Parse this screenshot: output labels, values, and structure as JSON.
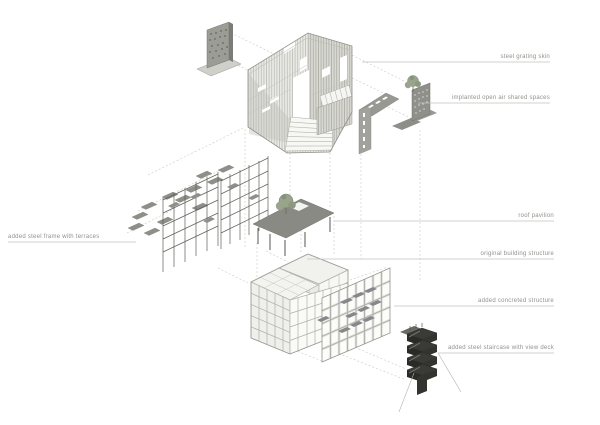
{
  "page": {
    "background": "#ffffff",
    "type": "exploded axonometric architecture diagram"
  },
  "labels": {
    "left": [
      {
        "id": "added-steel-frame-with-terraces",
        "text": "added steel frame with terraces"
      }
    ],
    "right": [
      {
        "id": "steel-grating-skin",
        "text": "steel grating skin"
      },
      {
        "id": "implanted-open-air-shared-spaces",
        "text": "implanted open air shared spaces"
      },
      {
        "id": "roof-pavilion",
        "text": "roof pavilion"
      },
      {
        "id": "original-building-structure",
        "text": "original building structure"
      },
      {
        "id": "added-concreted-structure",
        "text": "added concreted structure"
      },
      {
        "id": "added-steel-staircase-with-view-deck",
        "text": "added steel staircase with view deck"
      }
    ]
  },
  "components": [
    "steel grating skin enclosure with stairs",
    "grating sample panel",
    "implanted walkway ramp",
    "implanted open air shared space with tree",
    "floating terrace plates",
    "added steel frame grids",
    "roof pavilion with tree",
    "original building concrete frame",
    "added concrete grid structure with balconies",
    "added steel staircase tower with view deck"
  ],
  "colors": {
    "label_text": "#91918d",
    "leader_line": "#c3c3bf",
    "dashed_projection": "#c8c8c4",
    "hatch_light": "#b8b8b1",
    "hatch_dark": "#a6a69f",
    "mid_gray_plate": "#8f8f89",
    "dark_steel": "#32322e",
    "tree_green": "#9aa48c",
    "building_stroke": "#b0b0aa"
  }
}
